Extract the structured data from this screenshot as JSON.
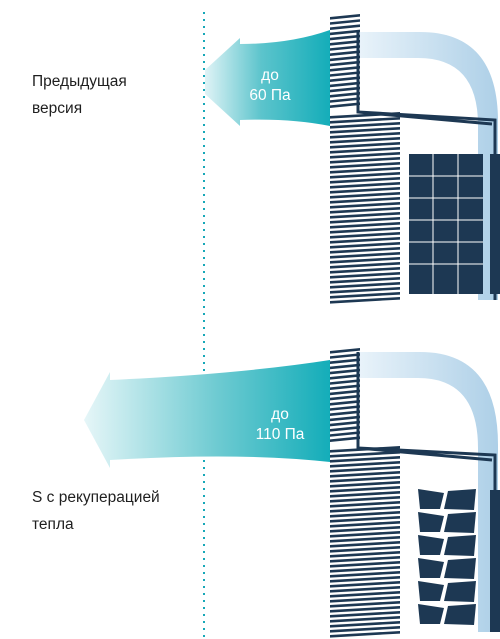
{
  "top_unit": {
    "label_lines": [
      "Предыдущая",
      "версия"
    ],
    "pressure_lines": [
      "до",
      "60 Па"
    ],
    "grille_style": "grid"
  },
  "bottom_unit": {
    "label_lines": [
      "S с рекуперацией",
      "тепла"
    ],
    "pressure_lines": [
      "до",
      "110 Па"
    ],
    "grille_style": "brick"
  },
  "colors": {
    "dark_navy": "#1d3853",
    "teal": "#14adb9",
    "teal_light": "#dff3f6",
    "duct_blue": "#a9cde6",
    "divider": "#17a8b8",
    "label_text": "#1f1f1f"
  }
}
